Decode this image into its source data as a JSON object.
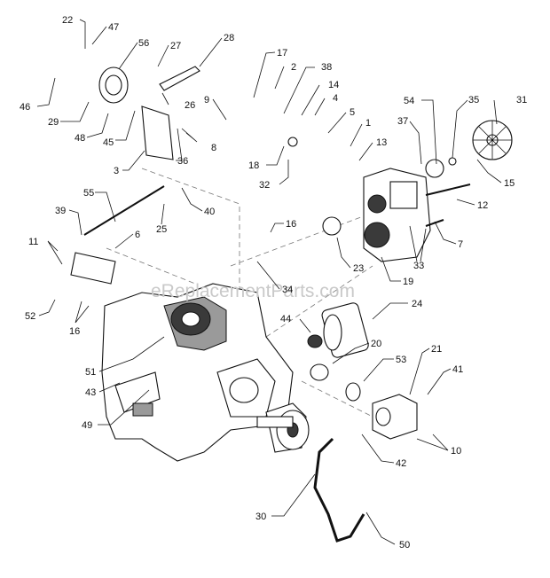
{
  "watermark": "eReplacementParts.com",
  "callouts": [
    "22",
    "47",
    "56",
    "27",
    "28",
    "46",
    "29",
    "48",
    "45",
    "26",
    "3",
    "36",
    "8",
    "17",
    "2",
    "38",
    "9",
    "14",
    "4",
    "5",
    "1",
    "13",
    "18",
    "32",
    "37",
    "54",
    "35",
    "31",
    "15",
    "12",
    "7",
    "33",
    "19",
    "23",
    "16",
    "34",
    "39",
    "55",
    "25",
    "40",
    "11",
    "6",
    "52",
    "16",
    "24",
    "44",
    "20",
    "53",
    "21",
    "41",
    "51",
    "43",
    "49",
    "42",
    "10",
    "30",
    "50"
  ]
}
